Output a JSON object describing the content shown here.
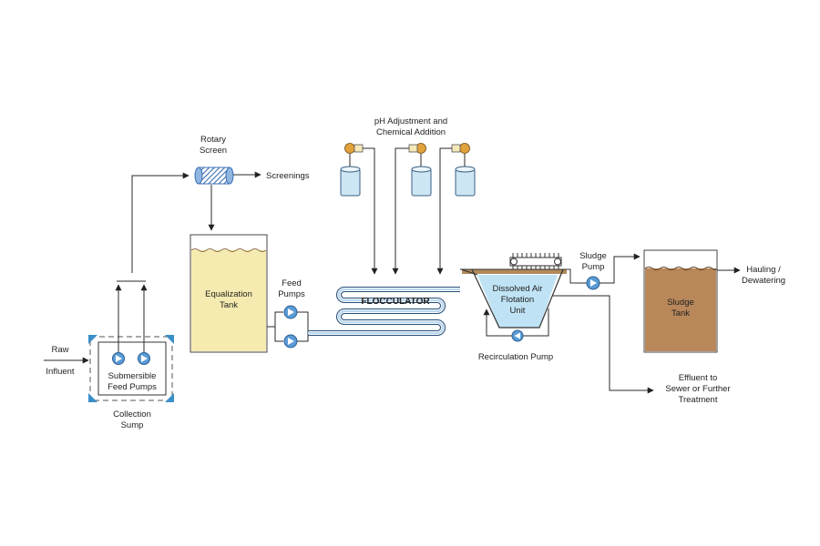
{
  "labels": {
    "raw_influent": [
      "Raw",
      "Influent"
    ],
    "submersible_pumps": [
      "Submersible",
      "Feed Pumps"
    ],
    "collection_sump": [
      "Collection",
      "Sump"
    ],
    "rotary_screen": [
      "Rotary",
      "Screen"
    ],
    "screenings": "Screenings",
    "equalization_tank": [
      "Equalization",
      "Tank"
    ],
    "feed_pumps": [
      "Feed",
      "Pumps"
    ],
    "ph_adjustment": [
      "pH Adjustment and",
      "Chemical Addition"
    ],
    "flocculator": "FLOCCULATOR",
    "daf_unit": [
      "Dissolved Air",
      "Flotation",
      "Unit"
    ],
    "recirculation_pump": "Recirculation Pump",
    "sludge_pump": [
      "Sludge",
      "Pump"
    ],
    "sludge_tank": [
      "Sludge",
      "Tank"
    ],
    "hauling": [
      "Hauling /",
      "Dewatering"
    ],
    "effluent": [
      "Effluent to",
      "Sewer or Further",
      "Treatment"
    ]
  },
  "colors": {
    "pump_blue": "#5b9bd5",
    "screen_blue": "#3b6fb6",
    "equalization_fill": "#f5ebb0",
    "daf_water": "#bfe3f5",
    "sludge_fill": "#b8875a",
    "chem_drum": "#cde6f3",
    "chem_valve": "#e2a23b",
    "sump_corner": "#3a8fc9"
  }
}
